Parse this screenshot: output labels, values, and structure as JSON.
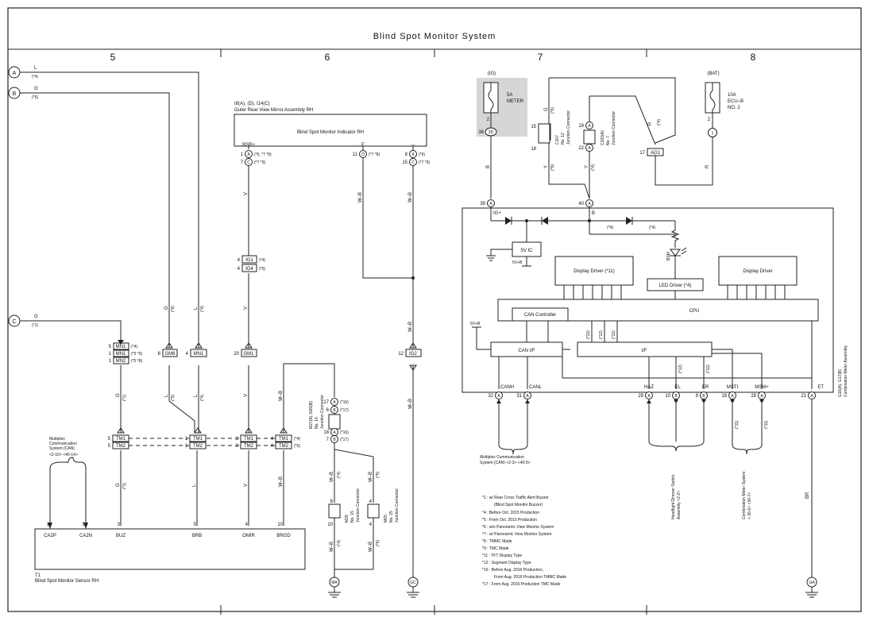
{
  "title": "Blind Spot Monitor System",
  "columns": [
    "5",
    "6",
    "7",
    "8"
  ],
  "terminals": {
    "a": "A",
    "b": "B",
    "c": "C",
    "a_color": "L",
    "a_note": "(*4)",
    "b_color": "G",
    "b_note": "(*5)",
    "c_color": "G",
    "c_note": "(*1)"
  },
  "mirror": {
    "codes": "I8(A), (D), I14(C)",
    "name": "Outer Rear View Mirror Assembly RH",
    "indicator": "Blind Spot Monitor Indicator RH",
    "pin_bsr": "BSR+",
    "pin_e": "E",
    "pin_minus": "–",
    "p1": "1",
    "p7": "7",
    "p11": "11",
    "p8": "8",
    "p15": "15",
    "pa": "A",
    "pc": "C",
    "pd": "D",
    "n1": "(*6, *7 *8)",
    "n7": "(*7 *9)",
    "n11": "(*7 *8)",
    "n8": "(*6)",
    "n15": "(*7 *9)"
  },
  "connectors": {
    "ig1": "IG1",
    "ig4": "IG4",
    "n4a": "4",
    "n4b": "4",
    "ig1_note": "(*4)",
    "ig4_note": "(*5)",
    "mn1": "MN1",
    "mn2": "MN2",
    "mn_n5": "5",
    "mn_n1a": "1",
    "mn_n1b": "1",
    "mn1a_note": "(*4)",
    "mn1b_note": "(*5 *9)",
    "mn2_note": "(*5 *8)",
    "gm6": "GM6",
    "gm6_n": "6",
    "mn1c_n": "4",
    "gm1": "GM1",
    "gm1_n": "20",
    "ig2": "IG2",
    "ig2_n": "12",
    "tm1": "TM1",
    "tm2": "TM2",
    "tm_n5a": "5",
    "tm_n5b": "5",
    "tm_n1a": "1",
    "tm_n1b": "1",
    "tm_n2a": "2",
    "tm_n2b": "2",
    "tm_n4a": "4",
    "tm_n4b": "4",
    "tm1_note": "(*4)",
    "tm2_note": "(*5)"
  },
  "wires": {
    "v": "V",
    "wb": "W–B",
    "g": "G",
    "l": "L",
    "b": "B",
    "y": "Y",
    "r": "R",
    "br": "BR",
    "n1": "(*1)",
    "n4": "(*4)",
    "n5": "(*5)",
    "n6": "(*6)",
    "n9": "(*9)",
    "n11": "(*11)",
    "n12": "(*12)"
  },
  "junction16": {
    "label1": "M27(A), N30(B)",
    "label2": "No. 16",
    "label3": "Junction Connector",
    "p17a": "17",
    "p6": "6",
    "p18": "18",
    "p7": "7",
    "ca": "A",
    "cb": "B",
    "n17a": "(*16)",
    "n6": "(*17)",
    "n18": "(*16)",
    "n7": "(*17)"
  },
  "junction15": {
    "code": "M28",
    "no": "No. 15",
    "name": "Junction Connector",
    "p8": "8",
    "p10": "10"
  },
  "junction25": {
    "code": "M65",
    "no": "No. 25",
    "name": "Junction Connector",
    "p4a": "4",
    "p4b": "4"
  },
  "grounds": {
    "ma": "MA",
    "gc": "GC",
    "ga": "GA"
  },
  "sensor": {
    "code": "T1",
    "name": "Blind Spot Monitor Sensor RH",
    "pins": [
      "CA2P",
      "CA2N",
      "BUZ",
      "BRB",
      "OMIR",
      "BRGD"
    ],
    "nums": [
      "1",
      "9",
      "3",
      "5",
      "4",
      "10"
    ]
  },
  "can_note": {
    "l1": "Multiplex",
    "l2": "Communication",
    "l3": "System (CAN)",
    "l4": "<2-10> <40-14>"
  },
  "fuse_meter": {
    "lbl": "(IG)",
    "amp": "5A",
    "name": "METER",
    "pin": "2",
    "conn": "3D",
    "cpin": "36"
  },
  "fuse_ecu": {
    "lbl": "(BAT)",
    "amp": "10A",
    "name": "ECU–B",
    "no": "NO. 2",
    "pin": "2",
    "conn": "1"
  },
  "junction12": {
    "code": "C107",
    "no": "No. 12",
    "name": "Junction Connector",
    "p15": "15",
    "p18": "18"
  },
  "junction7": {
    "code": "C102(A)",
    "no": "No. 7",
    "name": "Junction Connector",
    "p19": "19",
    "p22": "22",
    "ca": "A"
  },
  "ag1": {
    "name": "AG1",
    "pin": "17"
  },
  "meter": {
    "code": "G16(A), G17(B)",
    "name": "Combination Meter Assembly",
    "ig": "IG+",
    "b": "B",
    "p39": "39",
    "p40": "40",
    "ca": "A",
    "n4a": "(*4)",
    "n4b": "(*4)",
    "ic": "5V IC",
    "v5b": "5V+B",
    "v5b2": "5V+B",
    "dd1": "Display Driver (*11)",
    "dd2": "Display Driver",
    "led_driver": "LED Driver (*4)",
    "bsm": "BSM",
    "cpu": "CPU",
    "can_ctrl": "CAN Controller",
    "can_if": "CAN I/F",
    "if": "I/F",
    "n12a": "(*12)",
    "n12b": "(*12)",
    "n12c": "(*12)",
    "n12d": "(*12)",
    "pins": [
      {
        "name": "CANH",
        "num": "32",
        "c": "A"
      },
      {
        "name": "CANL",
        "num": "31",
        "c": "A"
      },
      {
        "name": "HAZ",
        "num": "29",
        "c": "A"
      },
      {
        "name": "EL",
        "num": "10",
        "c": "B"
      },
      {
        "name": "ER",
        "num": "9",
        "c": "B"
      },
      {
        "name": "MSTI",
        "num": "18",
        "c": "A"
      },
      {
        "name": "MSM+",
        "num": "28",
        "c": "A"
      },
      {
        "name": "ET",
        "num": "21",
        "c": "A"
      }
    ]
  },
  "bottom_notes": {
    "can1": "Multiplex Communication",
    "can2": "System (CAN) <2-3> <40-5>",
    "hd1": "Headlight Dimmer Switch",
    "hd2": "Assembly <2-2>",
    "cm1": "Combination Meter System",
    "cm2": "< 36-6> <36-7>"
  },
  "footnotes": [
    "*1 : w/ Rear Cross Traffic Alert Buzzer",
    "(Blind Spot Monitor Buzzer)",
    "*4 : Before Oct.  2015 Production",
    "*5 : From Oct.  2015 Production",
    "*6 : w/o Panoramic View Monitor System",
    "*7 : w/ Panoramic View Monitor System",
    "*8 : TMMC Made",
    "*9 : TMC Made",
    "*11 : TFT Display Type",
    "*12 : Segment Display Type",
    "*16 : Before Aug.  2016 Production,",
    "From Aug.  2016 Production TMMC Made",
    "*17 : From Aug.  2016 Production TMC Made"
  ]
}
